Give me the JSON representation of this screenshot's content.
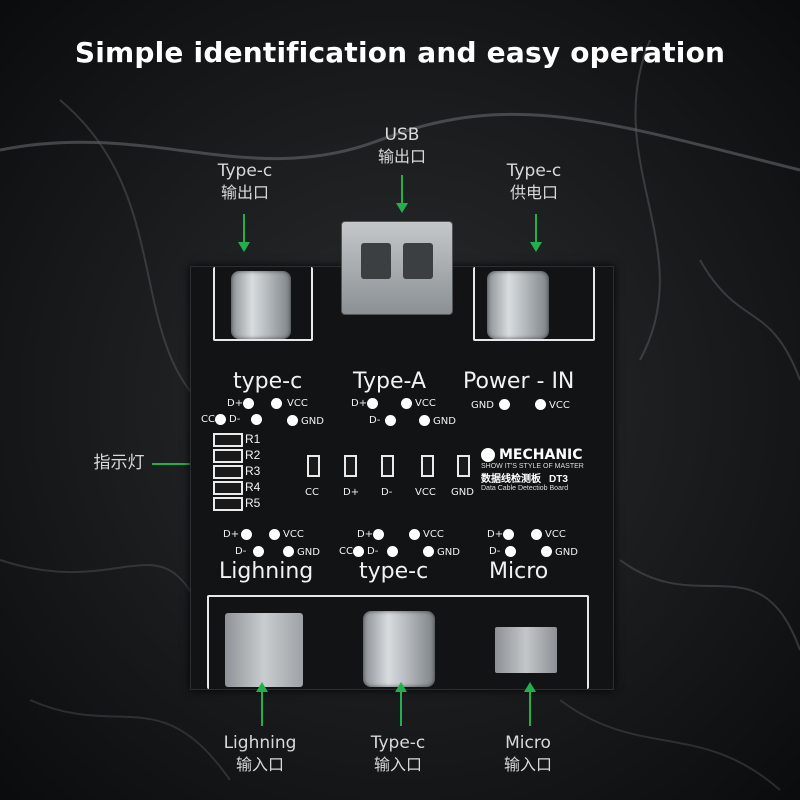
{
  "headline": "Simple identification and easy operation",
  "callouts": {
    "top_left": {
      "line1": "Type-c",
      "line2": "输出口"
    },
    "top_mid": {
      "line1": "USB",
      "line2": "输出口"
    },
    "top_right": {
      "line1": "Type-c",
      "line2": "供电口"
    },
    "indicator": {
      "line1": "指示灯"
    },
    "bottom_left": {
      "line1": "Lighning",
      "line2": "输入口"
    },
    "bottom_mid": {
      "line1": "Type-c",
      "line2": "输入口"
    },
    "bottom_right": {
      "line1": "Micro",
      "line2": "输入口"
    }
  },
  "board": {
    "top_labels": {
      "typec": "type-c",
      "typea": "Type-A",
      "power": "Power - IN"
    },
    "bottom_labels": {
      "lightning": "Lighning",
      "typec": "type-c",
      "micro": "Micro"
    },
    "pins": {
      "dplus": "D+",
      "dminus": "D-",
      "vcc": "VCC",
      "gnd": "GND",
      "cc": "CC"
    },
    "resistors": [
      "R1",
      "R2",
      "R3",
      "R4",
      "R5"
    ],
    "leds": [
      "CC",
      "D+",
      "D-",
      "VCC",
      "GND"
    ],
    "logo": {
      "brand": "MECHANIC",
      "tagline": "SHOW IT'S STYLE OF MASTER",
      "cn_name": "数据线检测板",
      "model": "DT3",
      "en_name": "Data Cable Detectiob Board"
    }
  },
  "colors": {
    "accent": "#22b04c",
    "board": "#121314",
    "background": "#0d0f10"
  }
}
